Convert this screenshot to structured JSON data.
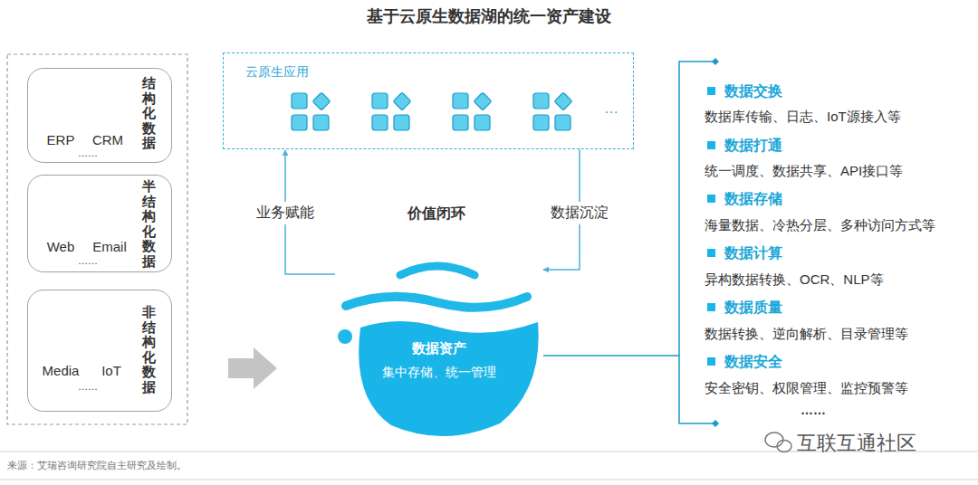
{
  "diagram": {
    "title": "基于云原生数据湖的统一资产建设",
    "caption": "来源：艾瑞咨询研究院自主研究及绘制。",
    "nodes": [
      {
        "text": [
          "ERP",
          "CRM",
          "……",
          "结构化数据"
        ]
      },
      {
        "text": [
          "Web",
          "Email",
          "……",
          "半结构化数据"
        ]
      },
      {
        "text": [
          "Media",
          "IoT",
          "……",
          "非结构化数据"
        ]
      },
      {
        "text": [
          "云原生应用",
          "…"
        ]
      },
      {
        "text": [
          "数据资产",
          "集中存储、统一管理"
        ]
      }
    ],
    "edges": [
      {
        "from": 4,
        "to": 3,
        "arrow": "to",
        "label": "业务赋能"
      },
      {
        "from": 3,
        "to": 4,
        "arrow": "to",
        "label": "数据沉淀"
      }
    ],
    "labels": [
      "价值闭环",
      "数据交换",
      "数据库传输、日志、IoT源接入等",
      "数据打通",
      "统一调度、数据共享、API接口等",
      "数据存储",
      "海量数据、冷热分层、多种访问方式等",
      "数据计算",
      "异构数据转换、OCR、NLP等",
      "数据质量",
      "数据转换、逆向解析、目录管理等",
      "数据安全",
      "安全密钥、权限管理、监控预警等",
      "……",
      "互联互通社区"
    ]
  }
}
